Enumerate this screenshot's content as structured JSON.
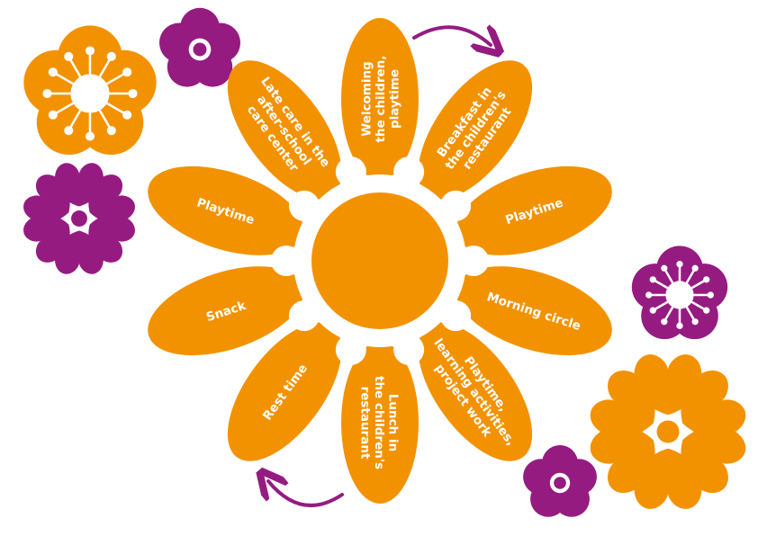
{
  "diagram": {
    "colors": {
      "orange": "#F39200",
      "purple": "#951B81",
      "white": "#FFFFFF"
    },
    "center_label": "",
    "petals": [
      {
        "angle_deg": 0,
        "lines": [
          "Welcoming",
          "the children,",
          "playtime"
        ]
      },
      {
        "angle_deg": 36,
        "lines": [
          "Breakfast in",
          "the children's",
          "restaurant"
        ]
      },
      {
        "angle_deg": 72,
        "lines": [
          "Playtime"
        ]
      },
      {
        "angle_deg": 108,
        "lines": [
          "Morning circle"
        ]
      },
      {
        "angle_deg": 144,
        "lines": [
          "Playtime,",
          "learning activities,",
          "project work"
        ]
      },
      {
        "angle_deg": 180,
        "lines": [
          "Lunch in",
          "the children's",
          "restaurant"
        ]
      },
      {
        "angle_deg": 216,
        "lines": [
          "Rest time"
        ]
      },
      {
        "angle_deg": 252,
        "lines": [
          "Snack"
        ]
      },
      {
        "angle_deg": 288,
        "lines": [
          "Playtime"
        ]
      },
      {
        "angle_deg": 324,
        "lines": [
          "Late care in the",
          "after-school",
          "care center"
        ]
      }
    ],
    "cycle_direction": "clockwise"
  }
}
